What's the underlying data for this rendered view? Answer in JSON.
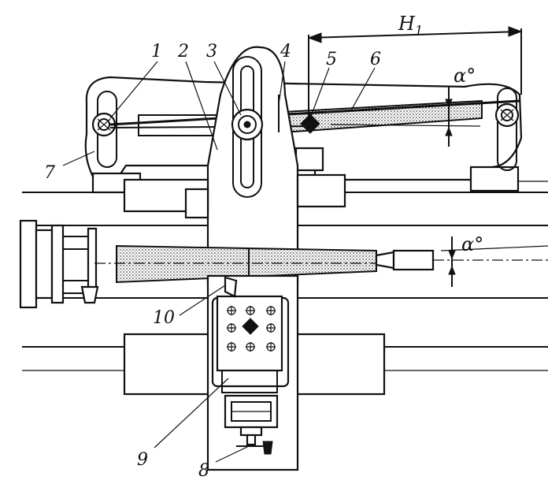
{
  "labels": {
    "l1": "1",
    "l2": "2",
    "l3": "3",
    "l4": "4",
    "l5": "5",
    "l6": "6",
    "l7": "7",
    "l8": "8",
    "l9": "9",
    "l10": "10",
    "dimension": "H",
    "dimension_sub": "1",
    "angle_top": "α°",
    "angle_bottom": "α°"
  },
  "colors": {
    "ink": "#111111",
    "paper": "#ffffff"
  }
}
